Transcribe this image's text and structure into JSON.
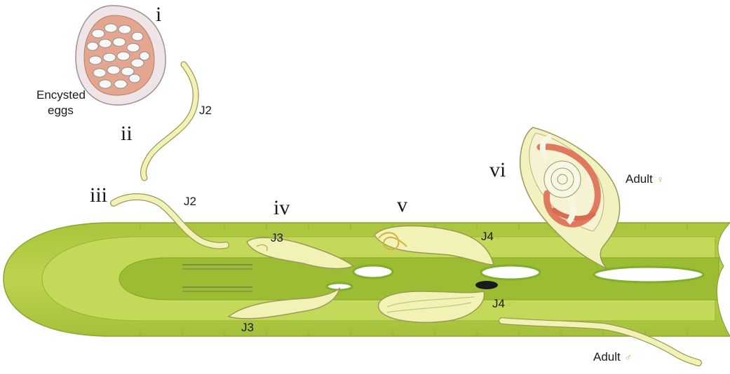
{
  "stages": {
    "i": "i",
    "ii": "ii",
    "iii": "iii",
    "iv": "iv",
    "v": "v",
    "vi": "vi"
  },
  "labels": {
    "encysted_eggs_line1": "Encysted",
    "encysted_eggs_line2": "eggs",
    "j2_free": "J2",
    "j2_entering": "J2",
    "j3_female": "J3",
    "j3_male": "J3",
    "j4_female": "J4",
    "j4_male": "J4",
    "adult_female": "Adult",
    "adult_male": "Adult"
  },
  "symbols": {
    "female": "♀",
    "male": "♂"
  },
  "colors": {
    "root_outer": "#b7cf4a",
    "root_inner": "#9dbb2e",
    "root_stele": "#7fa625",
    "nematode_fill": "#f3f2b6",
    "nematode_outline": "#9a9a55",
    "egg_mass": "#e07a5f",
    "cyst_fill": "#f0e3e3",
    "syncytium": "#ffffff"
  }
}
